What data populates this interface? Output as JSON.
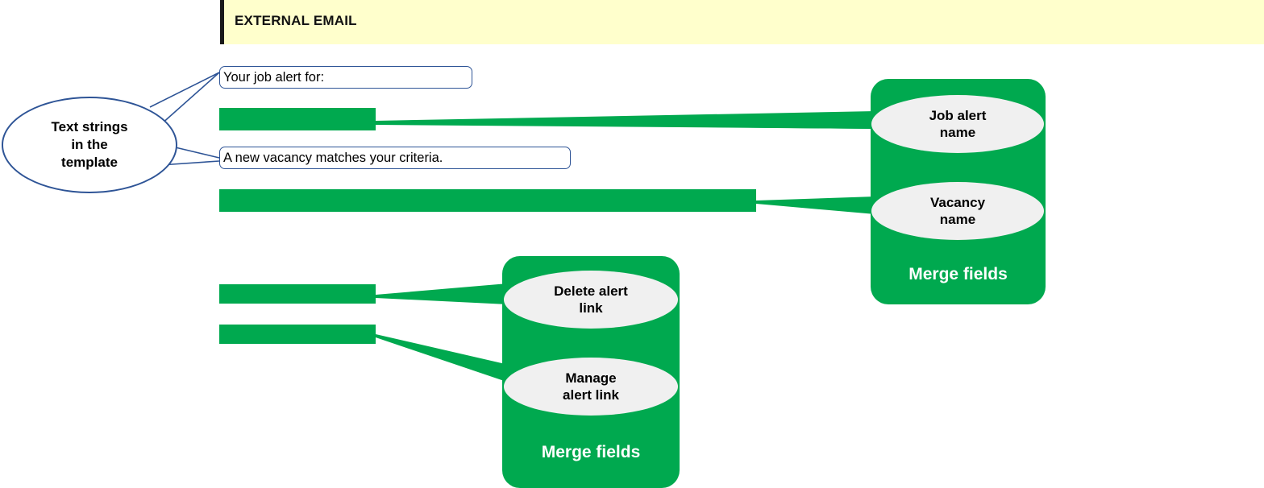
{
  "banner": {
    "label": "EXTERNAL EMAIL",
    "background_color": "#FFFFCC",
    "accent_color": "#1A1A1A"
  },
  "legend": {
    "text_strings_ellipse": "Text strings\nin the\ntemplate",
    "text_strings_line1": "Text strings",
    "text_strings_line2": "in the",
    "text_strings_line3": "template",
    "border_color": "#2E5496"
  },
  "template_body": {
    "text_boxes": [
      {
        "id": "job-alert-for",
        "label": "Your job alert for:"
      },
      {
        "id": "new-vacancy",
        "label": "A new vacancy matches your criteria."
      }
    ],
    "merge_bars": [
      {
        "id": "job-alert-name",
        "label": ""
      },
      {
        "id": "vacancy-name",
        "label": ""
      },
      {
        "id": "delete-link",
        "label": ""
      },
      {
        "id": "manage-link",
        "label": ""
      }
    ],
    "bar_color": "#00A94F"
  },
  "merge_panels": [
    {
      "id": "right",
      "title": "Merge fields",
      "fields": [
        {
          "id": "job-alert-name",
          "line1": "Job alert",
          "line2": "name"
        },
        {
          "id": "vacancy-name",
          "line1": "Vacancy",
          "line2": "name"
        }
      ]
    },
    {
      "id": "bottom",
      "title": "Merge fields",
      "fields": [
        {
          "id": "delete-link",
          "line1": "Delete alert",
          "line2": "link"
        },
        {
          "id": "manage-link",
          "line1": "Manage",
          "line2": "alert link"
        }
      ]
    }
  ],
  "colors": {
    "green": "#00A94F",
    "blue": "#2E5496",
    "ellipse_fill": "#F0F0F0",
    "banner_yellow": "#FFFFCC"
  }
}
